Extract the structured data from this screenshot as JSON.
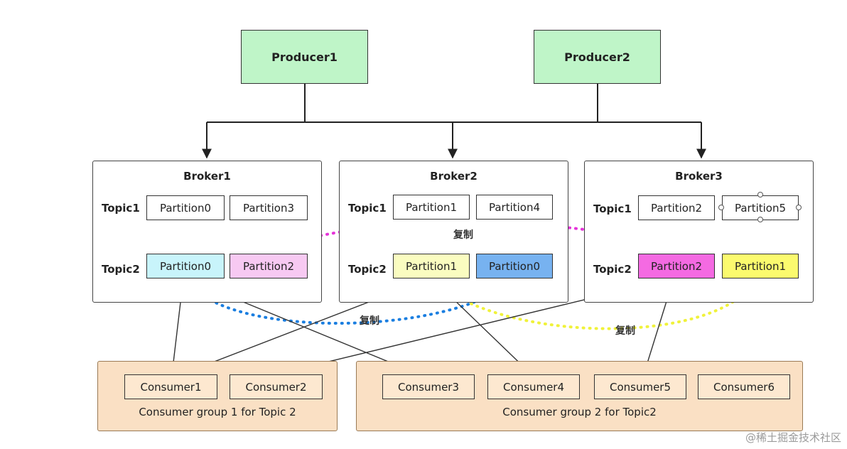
{
  "producers": [
    "Producer1",
    "Producer2"
  ],
  "brokers": [
    {
      "title": "Broker1",
      "topic1_label": "Topic1",
      "topic2_label": "Topic2",
      "topic1_partitions": [
        "Partition0",
        "Partition3"
      ],
      "topic2_partitions": [
        "Partition0",
        "Partition2"
      ]
    },
    {
      "title": "Broker2",
      "topic1_label": "Topic1",
      "topic2_label": "Topic2",
      "topic1_partitions": [
        "Partition1",
        "Partition4"
      ],
      "topic2_partitions": [
        "Partition1",
        "Partition0"
      ]
    },
    {
      "title": "Broker3",
      "topic1_label": "Topic1",
      "topic2_label": "Topic2",
      "topic1_partitions": [
        "Partition2",
        "Partition5"
      ],
      "topic2_partitions": [
        "Partition2",
        "Partition1"
      ]
    }
  ],
  "consumer_groups": [
    {
      "label": "Consumer group 1 for Topic 2",
      "consumers": [
        "Consumer1",
        "Consumer2"
      ]
    },
    {
      "label": "Consumer group 2 for Topic2",
      "consumers": [
        "Consumer3",
        "Consumer4",
        "Consumer5",
        "Consumer6"
      ]
    }
  ],
  "replication_label": "复制",
  "watermark": "@稀土掘金技术社区",
  "colors": {
    "producer_fill": "#bff5c8",
    "partition_cyan": "#c8f4fb",
    "partition_pink": "#f7c9f2",
    "partition_lightyellow": "#fafcc0",
    "partition_blue": "#77b2f0",
    "partition_magenta": "#f46ae2",
    "partition_yellow": "#fbfa6e",
    "consumer_group_fill": "#fae0c4",
    "copy_magenta": "#e533d9",
    "copy_blue": "#1a7ee0",
    "copy_yellow": "#f0f23a"
  }
}
